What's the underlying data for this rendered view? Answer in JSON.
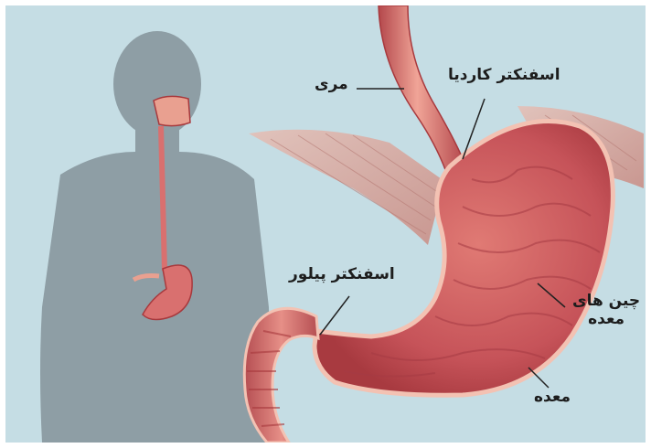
{
  "labels": {
    "esophagus": "مری",
    "cardia_sphincter": "اسفنکتر کاردیا",
    "pylorus_sphincter": "اسفنکتر پیلور",
    "gastric_folds_line1": "چین های",
    "gastric_folds_line2": "معده",
    "stomach": "معده"
  },
  "colors": {
    "background": "#c5dde4",
    "silhouette": "#8e9ea5",
    "tissue": "#d9706f",
    "tissue_light": "#f2b3a5",
    "tissue_dark": "#a8393d",
    "muscle_fan": "#d7a7a0"
  }
}
